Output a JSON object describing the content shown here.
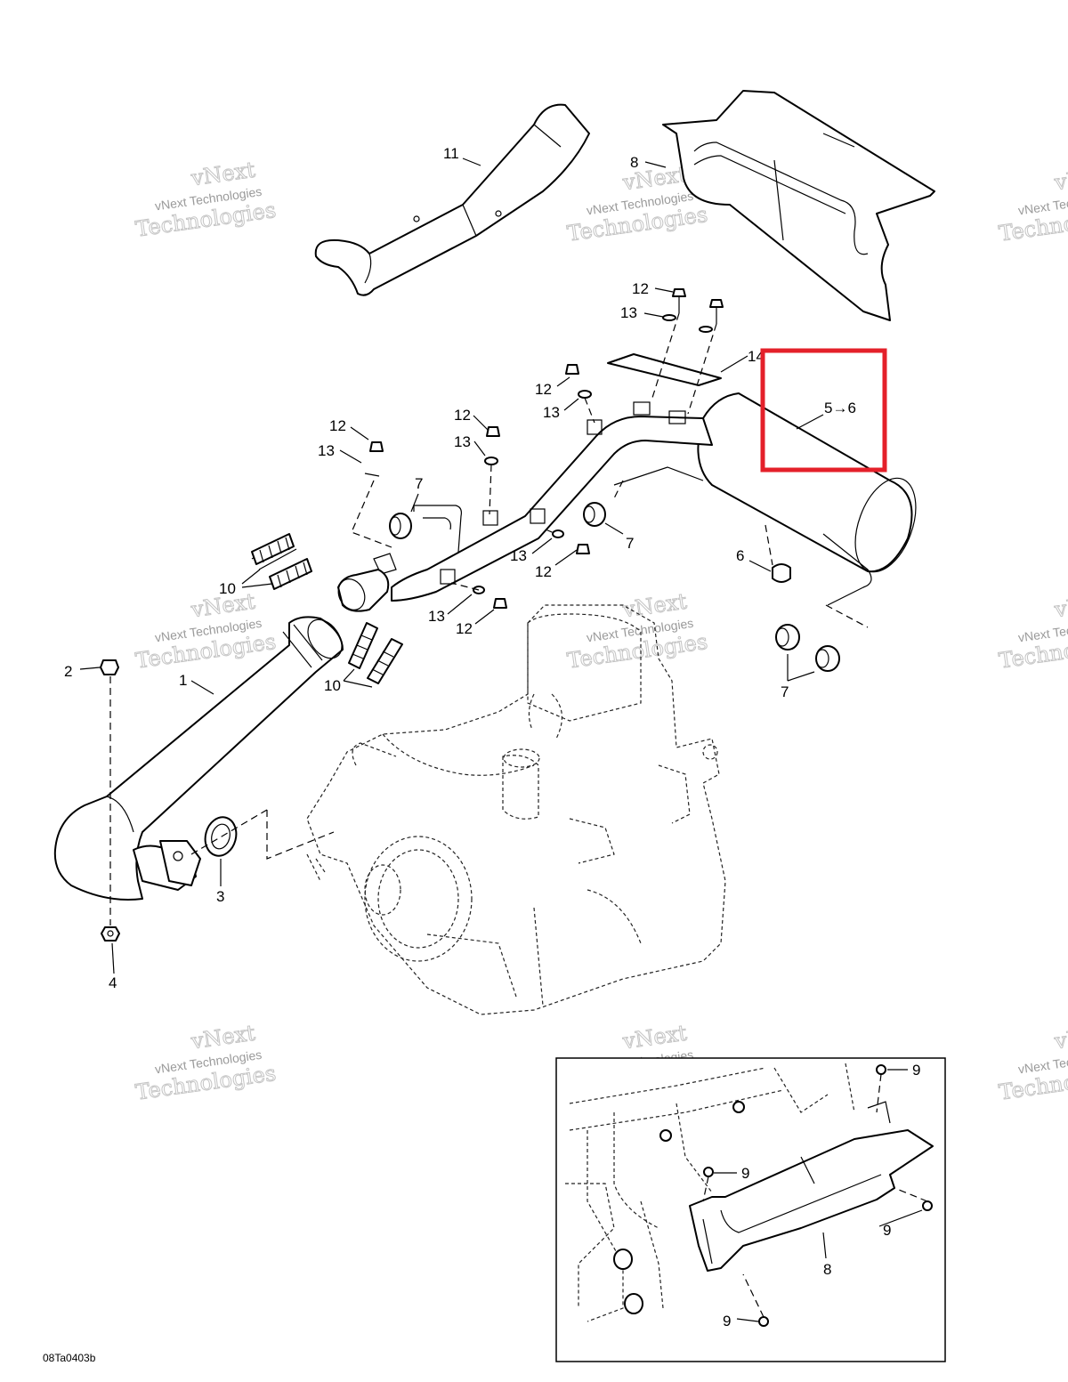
{
  "diagram": {
    "reference_code": "08Ta0403b",
    "watermark": {
      "line1": "vNext Technologies",
      "line2": "vNext",
      "line3": "Technologies"
    },
    "callouts": [
      {
        "id": "c-11",
        "label": "11"
      },
      {
        "id": "c-8-top",
        "label": "8"
      },
      {
        "id": "c-12-a",
        "label": "12"
      },
      {
        "id": "c-13-a",
        "label": "13"
      },
      {
        "id": "c-14",
        "label": "14"
      },
      {
        "id": "c-56",
        "label": "5→6"
      },
      {
        "id": "c-12-b",
        "label": "12"
      },
      {
        "id": "c-13-b",
        "label": "13"
      },
      {
        "id": "c-12-c",
        "label": "12"
      },
      {
        "id": "c-13-c",
        "label": "13"
      },
      {
        "id": "c-12-d",
        "label": "12"
      },
      {
        "id": "c-13-d",
        "label": "13"
      },
      {
        "id": "c-7-a",
        "label": "7"
      },
      {
        "id": "c-7-b",
        "label": "7"
      },
      {
        "id": "c-6",
        "label": "6"
      },
      {
        "id": "c-13-e",
        "label": "13"
      },
      {
        "id": "c-12-e",
        "label": "12"
      },
      {
        "id": "c-10-a",
        "label": "10"
      },
      {
        "id": "c-13-f",
        "label": "13"
      },
      {
        "id": "c-12-f",
        "label": "12"
      },
      {
        "id": "c-7-c",
        "label": "7"
      },
      {
        "id": "c-2",
        "label": "2"
      },
      {
        "id": "c-1",
        "label": "1"
      },
      {
        "id": "c-10-b",
        "label": "10"
      },
      {
        "id": "c-3",
        "label": "3"
      },
      {
        "id": "c-4",
        "label": "4"
      },
      {
        "id": "c-9-a",
        "label": "9"
      },
      {
        "id": "c-9-b",
        "label": "9"
      },
      {
        "id": "c-9-c",
        "label": "9"
      },
      {
        "id": "c-8-inset",
        "label": "8"
      },
      {
        "id": "c-9-d",
        "label": "9"
      }
    ],
    "highlight_color": "#e4202a"
  }
}
